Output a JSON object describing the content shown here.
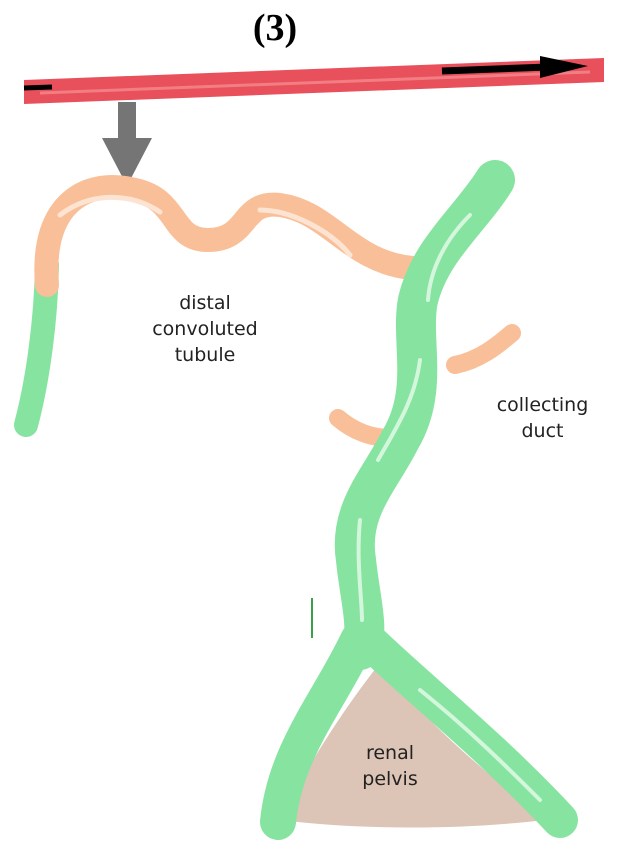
{
  "figure": {
    "panel_number": "(3)"
  },
  "labels": {
    "distal_tubule": [
      "distal",
      "convoluted",
      "tubule"
    ],
    "collecting_duct": [
      "collecting",
      "duct"
    ],
    "renal_pelvis": [
      "renal",
      "pelvis"
    ]
  },
  "colors": {
    "blood_vessel": "#e8505b",
    "distal_tubule": "#f9bf98",
    "collecting_duct": "#86e4a0",
    "renal_pelvis": "#dcc4b6",
    "arrow_flow": "#000000",
    "arrow_secretion": "#757575"
  }
}
